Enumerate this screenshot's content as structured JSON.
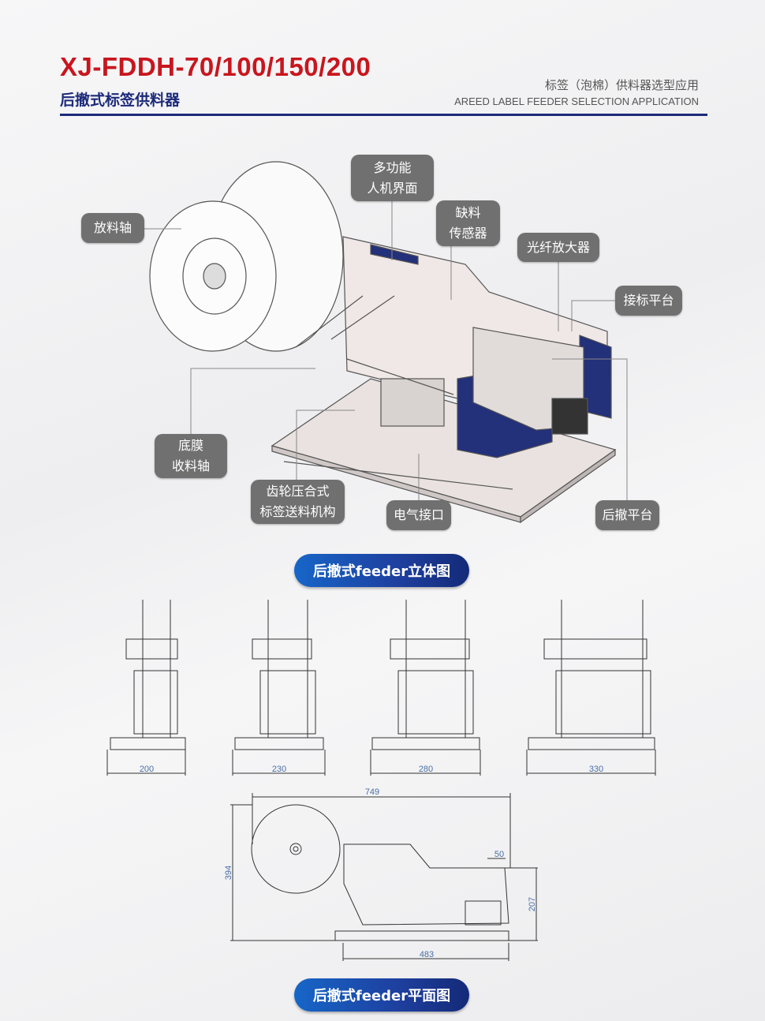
{
  "header": {
    "title": "XJ-FDDH-70/100/150/200",
    "subtitle": "后撤式标签供料器",
    "right_cn": "标签（泡棉）供料器选型应用",
    "right_en": "AREED LABEL FEEDER SELECTION APPLICATION"
  },
  "labels": {
    "unwind": "放料轴",
    "hmi": [
      "多功能",
      "人机界面"
    ],
    "sensor": [
      "缺料",
      "传感器"
    ],
    "fiber": "光纤放大器",
    "platform": "接标平台",
    "rewind": [
      "底膜",
      "收料轴"
    ],
    "gear": [
      "齿轮压合式",
      "标签送料机构"
    ],
    "electric": "电气接口",
    "retract": "后撤平台"
  },
  "sections": {
    "iso": "后撤式feeder立体图",
    "plan": "后撤式feeder平面图"
  },
  "front_views": [
    "200",
    "230",
    "280",
    "330"
  ],
  "plan_dims": {
    "total_width": "749",
    "height": "394",
    "platform_height": "207",
    "offset": "50",
    "base_width": "483"
  },
  "colors": {
    "title": "#c8161e",
    "navy": "#1c2a7a",
    "pill": "#707070"
  }
}
